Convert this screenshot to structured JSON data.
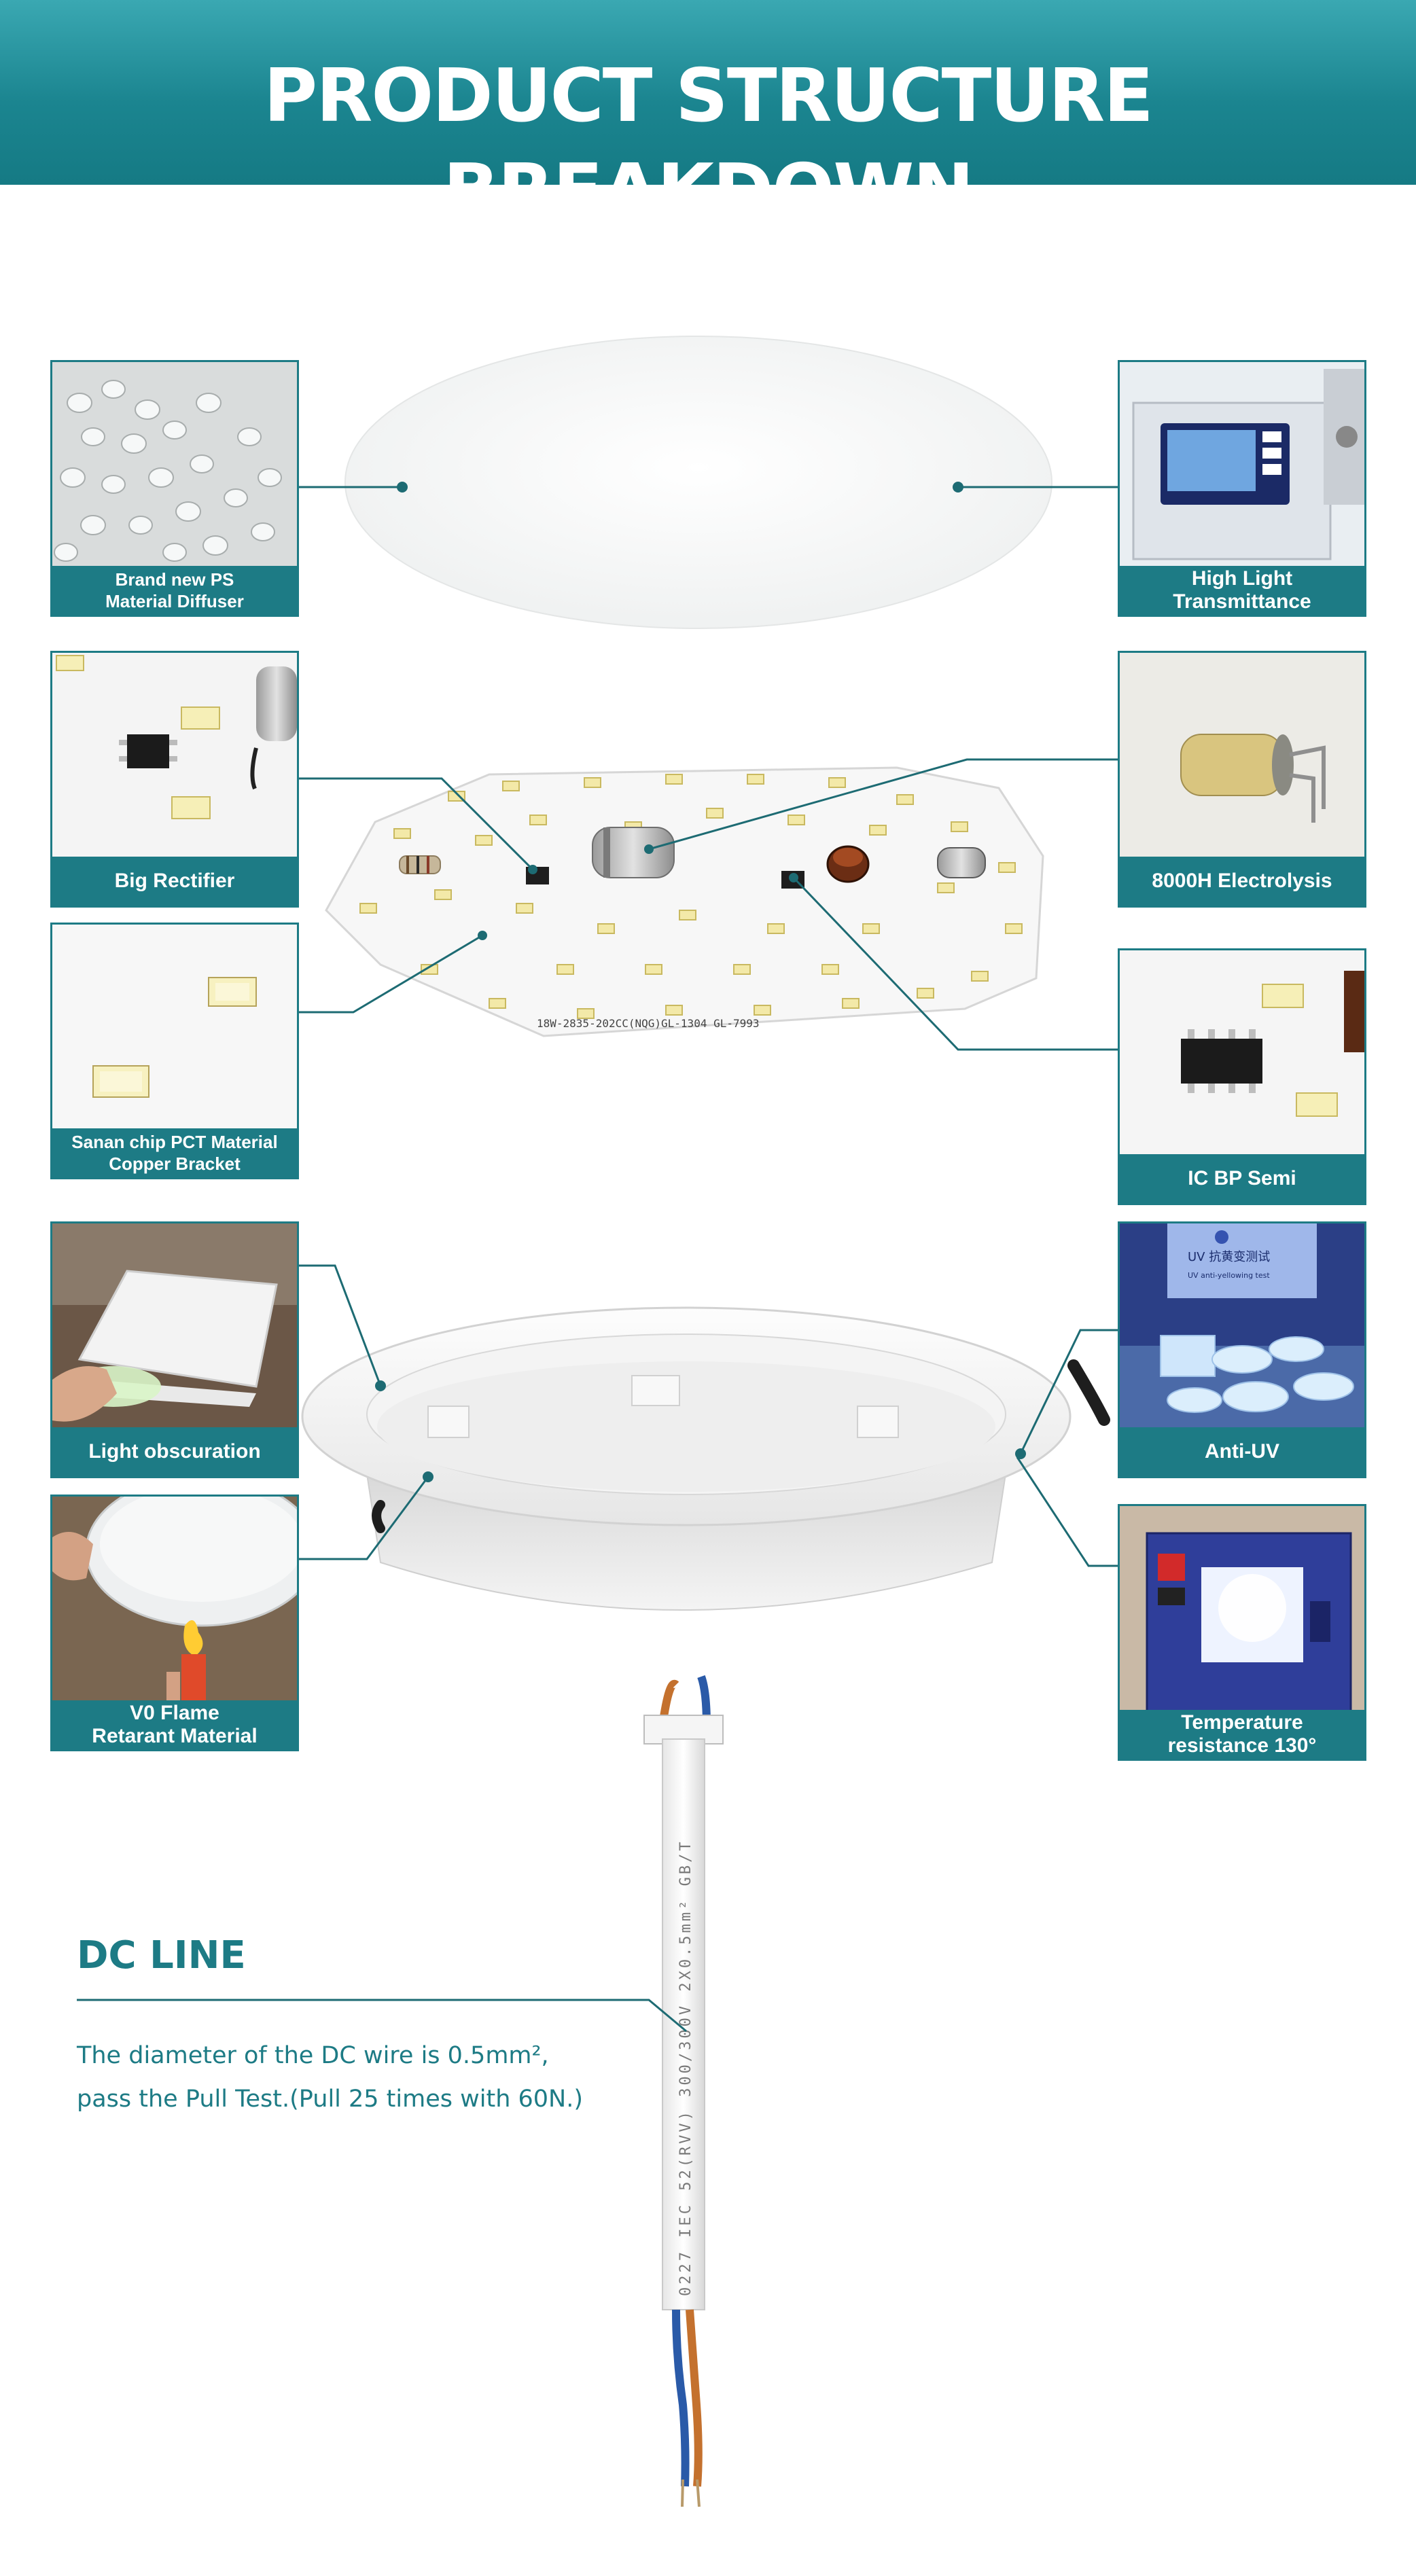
{
  "header": {
    "title": "PRODUCT STRUCTURE BREAKDOWN"
  },
  "features": {
    "diffuser": "Brand new PS\nMaterial Diffuser",
    "transmittance": "High Light\nTransmittance",
    "rectifier": "Big Rectifier",
    "electrolysis": "8000H Electrolysis",
    "chip": "Sanan chip PCT Material\nCopper Bracket",
    "ic": "IC BP Semi",
    "obscuration": "Light obscuration",
    "anti_uv": "Anti-UV",
    "flame": "V0 Flame\nRetarant Material",
    "temperature": "Temperature\nresistance 130°"
  },
  "pcb": {
    "marking": "18W-2835-202CC(NQG)GL-1304 GL-7993"
  },
  "anti_uv_photo": {
    "label_cn": "UV 抗黄变测试",
    "label_en": "UV anti-yellowing test"
  },
  "cable": {
    "marking": "0227 IEC 52(RVV) 300/300V 2X0.5mm² GB/T"
  },
  "dc_line": {
    "title": "DC LINE",
    "line1": "The diameter of the DC wire is 0.5mm²,",
    "line2": "pass the Pull Test.(Pull 25 times with 60N.)"
  },
  "colors": {
    "teal": "#1d7b85",
    "header_gradient_top": "#3aa8b2",
    "header_gradient_bottom": "#157a84"
  }
}
